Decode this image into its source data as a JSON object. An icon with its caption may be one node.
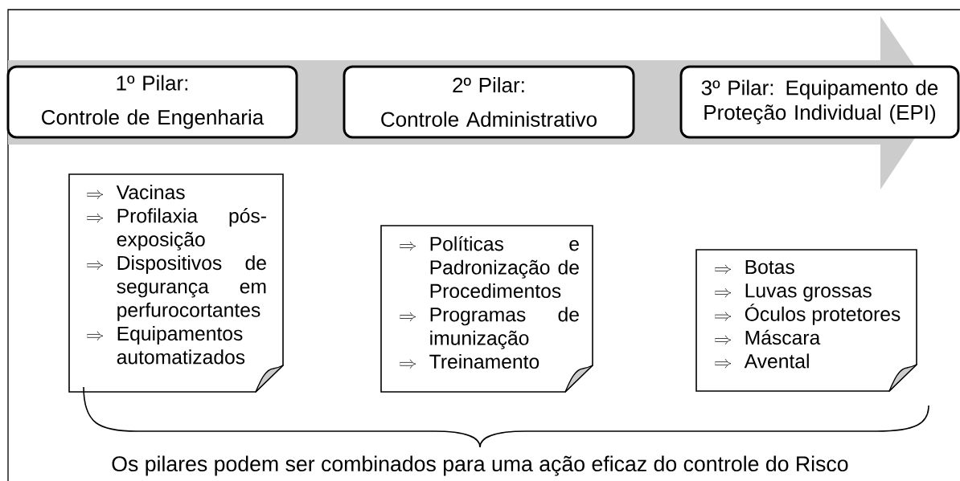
{
  "diagram": {
    "nodes": [
      {
        "text": [
          "1º Pilar:",
          "Controle de Engenharia"
        ]
      },
      {
        "text": [
          "2º Pilar:",
          "Controle Administrativo"
        ]
      },
      {
        "text": [
          "3º Pilar: Equipamento de Proteção Individual (EPI)"
        ]
      },
      {
        "text": [
          "Vacinas",
          "Profilaxia pós-exposição",
          "Dispositivos de segurança em perfurocortantes",
          "Equipamentos automatizados"
        ]
      },
      {
        "text": [
          "Políticas e Padronização de Procedimentos",
          "Programas de imunização",
          "Treinamento"
        ]
      },
      {
        "text": [
          "Botas",
          "Luvas grossas",
          "Óculos protetores",
          "Máscara",
          "Avental"
        ]
      }
    ],
    "labels": [
      "Os pilares podem ser combinados para uma ação eficaz do controle do Risco"
    ]
  }
}
